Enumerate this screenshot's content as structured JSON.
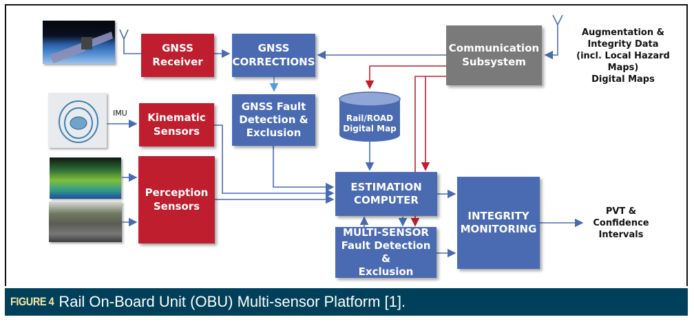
{
  "figure": {
    "caption_label": "FIGURE 4",
    "caption_text": "Rail On-Board Unit (OBU) Multi-sensor Platform [1]."
  },
  "images": {
    "satellite": "satellite-image",
    "imu": "imu-diagram-image",
    "lidar": "lidar-point-cloud-image",
    "camera": "rail-track-camera-image"
  },
  "labels": {
    "imu": "IMU",
    "augmentation": "Augmentation &\nIntegrity Data\n(incl. Local Hazard\nMaps)\nDigital Maps",
    "output": "PVT &\nConfidence\nIntervals"
  },
  "blocks": {
    "gnss_receiver": "GNSS\nReceiver",
    "gnss_corrections": "GNSS\nCORRECTIONS",
    "communication": "Communication\nSubsystem",
    "kinematic": "Kinematic\nSensors",
    "gnss_fde": "GNSS Fault\nDetection &\nExclusion",
    "digital_map": "Rail/ROAD\nDigital Map",
    "perception": "Perception\nSensors",
    "estimation": "ESTIMATION\nCOMPUTER",
    "multi_sensor": "MULTI-SENSOR\nFault Detection &\nExclusion",
    "integrity": "INTEGRITY\nMONITORING"
  },
  "colors": {
    "sensor_red": "#be1e2d",
    "process_blue": "#4a6ab2",
    "comm_gray": "#7a7a7a",
    "wire_blue": "#4a6ab2",
    "wire_red": "#be1e2d",
    "caption_bg": "#00405a"
  }
}
